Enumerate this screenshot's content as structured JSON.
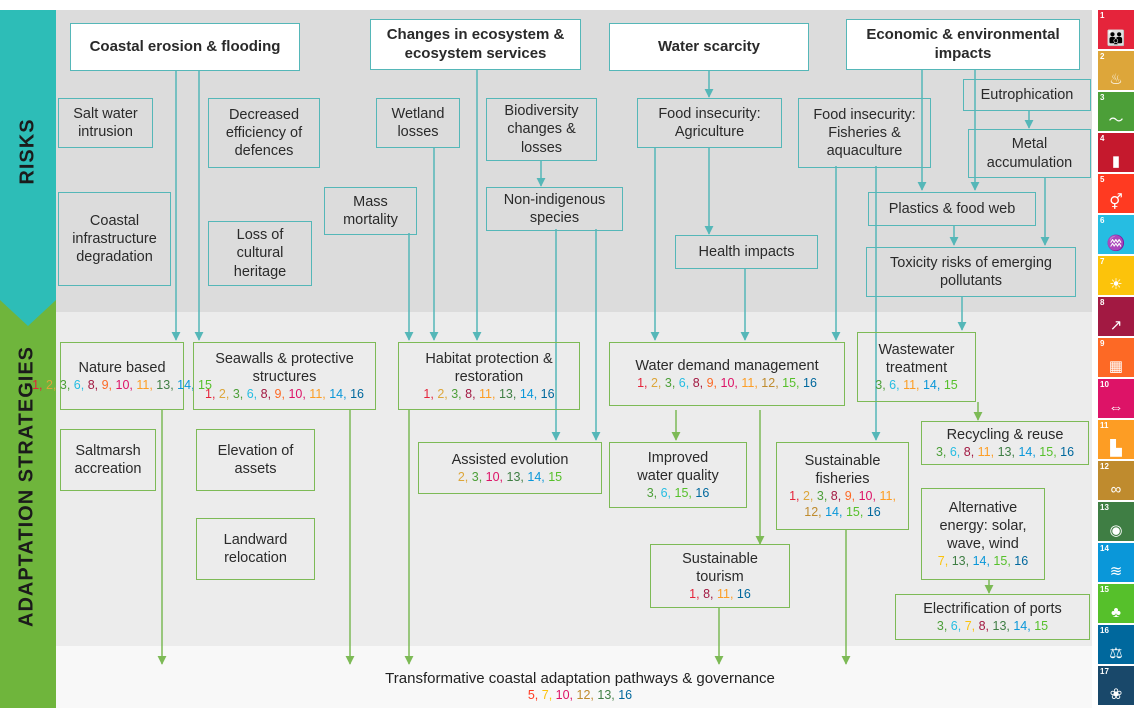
{
  "sections": {
    "risks": "RISKS",
    "adaptation": "ADAPTATION STRATEGIES"
  },
  "colors": {
    "risk_band": "#2dbdb7",
    "adapt_band": "#6fb53c",
    "risk_box_border": "#55b7b8",
    "adapt_box_border": "#7dba56",
    "sdg": {
      "1": "#e5243b",
      "2": "#dda63a",
      "3": "#4c9f38",
      "5": "#ff3a21",
      "6": "#26bde2",
      "7": "#fcc30b",
      "8": "#a21942",
      "9": "#fd6925",
      "10": "#dd1367",
      "11": "#fd9d24",
      "12": "#bf8b2e",
      "13": "#3f7e44",
      "14": "#0a97d9",
      "15": "#56c02b",
      "16": "#00689d",
      "17": "#19486a"
    }
  },
  "risk_headers": [
    {
      "id": "coastal",
      "label": "Coastal erosion & flooding"
    },
    {
      "id": "ecosystem",
      "label": "Changes in ecosystem &\necosystem services"
    },
    {
      "id": "water",
      "label": "Water scarcity"
    },
    {
      "id": "economic",
      "label": "Economic & environmental\nimpacts"
    }
  ],
  "risks": [
    {
      "id": "saltwater",
      "label": "Salt water\nintrusion"
    },
    {
      "id": "defences",
      "label": "Decreased\nefficiency of\ndefences"
    },
    {
      "id": "infrastructure",
      "label": "Coastal\ninfrastructure\ndegradation"
    },
    {
      "id": "heritage",
      "label": "Loss of\ncultural\nheritage"
    },
    {
      "id": "mortality",
      "label": "Mass\nmortality"
    },
    {
      "id": "wetland",
      "label": "Wetland\nlosses"
    },
    {
      "id": "biodiversity",
      "label": "Biodiversity\nchanges &\nlosses"
    },
    {
      "id": "nonindigenous",
      "label": "Non-indigenous\nspecies"
    },
    {
      "id": "food_agri",
      "label": "Food insecurity:\nAgriculture"
    },
    {
      "id": "health",
      "label": "Health impacts"
    },
    {
      "id": "food_fish",
      "label": "Food insecurity:\nFisheries &\naquaculture"
    },
    {
      "id": "eutrophication",
      "label": "Eutrophication"
    },
    {
      "id": "metal",
      "label": "Metal\naccumulation"
    },
    {
      "id": "plastics",
      "label": "Plastics & food web"
    },
    {
      "id": "toxicity",
      "label": "Toxicity risks of emerging\npollutants"
    }
  ],
  "strategies": [
    {
      "id": "nature",
      "label": "Nature based",
      "sdgs": [
        1,
        2,
        3,
        6,
        8,
        9,
        10,
        11,
        13,
        14,
        15
      ]
    },
    {
      "id": "seawalls",
      "label": "Seawalls & protective\nstructures",
      "sdgs": [
        1,
        2,
        3,
        6,
        8,
        9,
        10,
        11,
        14,
        16
      ]
    },
    {
      "id": "saltmarsh",
      "label": "Saltmarsh\naccreation",
      "sdgs": []
    },
    {
      "id": "elevation",
      "label": "Elevation of\nassets",
      "sdgs": []
    },
    {
      "id": "landward",
      "label": "Landward\nrelocation",
      "sdgs": []
    },
    {
      "id": "habitat",
      "label": "Habitat protection &\nrestoration",
      "sdgs": [
        1,
        2,
        3,
        8,
        11,
        13,
        14,
        16
      ]
    },
    {
      "id": "assisted",
      "label": "Assisted evolution",
      "sdgs": [
        2,
        3,
        10,
        13,
        14,
        15
      ]
    },
    {
      "id": "waterdemand",
      "label": "Water demand management",
      "sdgs": [
        1,
        2,
        3,
        6,
        8,
        9,
        10,
        11,
        12,
        15,
        16
      ]
    },
    {
      "id": "waterquality",
      "label": "Improved\nwater quality",
      "sdgs": [
        3,
        6,
        15,
        16
      ]
    },
    {
      "id": "fisheries",
      "label": "Sustainable\nfisheries",
      "sdgs": [
        1,
        2,
        3,
        8,
        9,
        10,
        11,
        12,
        14,
        15,
        16
      ]
    },
    {
      "id": "tourism",
      "label": "Sustainable\ntourism",
      "sdgs": [
        1,
        8,
        11,
        16
      ]
    },
    {
      "id": "wastewater",
      "label": "Wastewater\ntreatment",
      "sdgs": [
        3,
        6,
        11,
        14,
        15
      ]
    },
    {
      "id": "recycling",
      "label": "Recycling & reuse",
      "sdgs": [
        3,
        6,
        8,
        11,
        13,
        14,
        15,
        16
      ]
    },
    {
      "id": "energy",
      "label": "Alternative\nenergy: solar,\nwave, wind",
      "sdgs": [
        7,
        13,
        14,
        15,
        16
      ]
    },
    {
      "id": "ports",
      "label": "Electrification of ports",
      "sdgs": [
        3,
        6,
        7,
        8,
        13,
        14,
        15
      ]
    }
  ],
  "final": {
    "label": "Transformative coastal adaptation pathways & governance",
    "sdgs": [
      5,
      7,
      10,
      12,
      13,
      16
    ]
  },
  "sdg_strip": [
    {
      "n": "1",
      "icon": "family-icon",
      "glyph": "👪",
      "color": "#e5243b"
    },
    {
      "n": "2",
      "icon": "bowl-icon",
      "glyph": "♨",
      "color": "#dda63a"
    },
    {
      "n": "3",
      "icon": "heartbeat-icon",
      "glyph": "〜",
      "color": "#4c9f38"
    },
    {
      "n": "4",
      "icon": "book-icon",
      "glyph": "▮",
      "color": "#c5192d"
    },
    {
      "n": "5",
      "icon": "gender-icon",
      "glyph": "⚥",
      "color": "#ff3a21"
    },
    {
      "n": "6",
      "icon": "water-icon",
      "glyph": "♒",
      "color": "#26bde2"
    },
    {
      "n": "7",
      "icon": "sun-icon",
      "glyph": "☀",
      "color": "#fcc30b"
    },
    {
      "n": "8",
      "icon": "growth-icon",
      "glyph": "↗",
      "color": "#a21942"
    },
    {
      "n": "9",
      "icon": "cubes-icon",
      "glyph": "▦",
      "color": "#fd6925"
    },
    {
      "n": "10",
      "icon": "equality-icon",
      "glyph": "⇔",
      "color": "#dd1367"
    },
    {
      "n": "11",
      "icon": "city-icon",
      "glyph": "▙",
      "color": "#fd9d24"
    },
    {
      "n": "12",
      "icon": "infinity-icon",
      "glyph": "∞",
      "color": "#bf8b2e"
    },
    {
      "n": "13",
      "icon": "eye-icon",
      "glyph": "◉",
      "color": "#3f7e44"
    },
    {
      "n": "14",
      "icon": "fish-icon",
      "glyph": "≋",
      "color": "#0a97d9"
    },
    {
      "n": "15",
      "icon": "tree-icon",
      "glyph": "♣",
      "color": "#56c02b"
    },
    {
      "n": "16",
      "icon": "dove-icon",
      "glyph": "⚖",
      "color": "#00689d"
    },
    {
      "n": "17",
      "icon": "partnership-icon",
      "glyph": "❀",
      "color": "#19486a"
    }
  ]
}
